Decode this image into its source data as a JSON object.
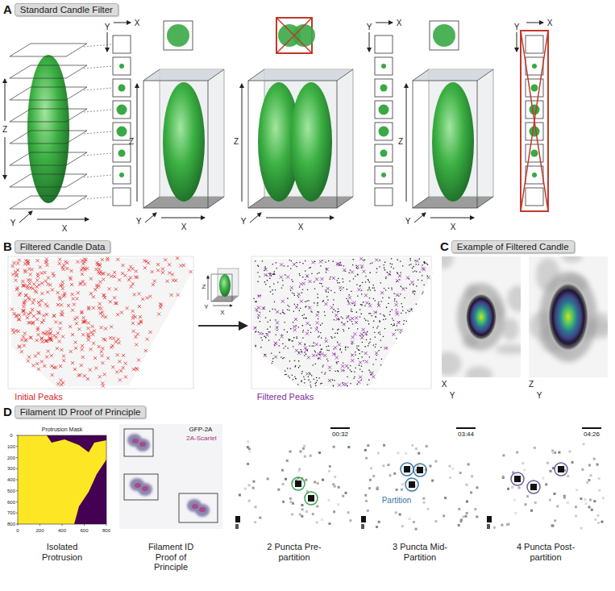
{
  "diagram": {
    "nodes": [
      {
        "text": [
          "A",
          "Standard Candle Filter"
        ]
      },
      {
        "text": [
          "B",
          "Filtered Candle Data"
        ]
      },
      {
        "text": [
          "C",
          "Example of Filtered Candle"
        ]
      },
      {
        "text": [
          "D",
          "Filament ID Proof of Principle"
        ]
      }
    ],
    "labels": [
      "Z",
      "Y",
      "X",
      "X",
      "Y",
      "Z",
      "Y",
      "X",
      "Z",
      "Y",
      "X",
      "X",
      "Y",
      "Z",
      "Y",
      "X",
      "X",
      "Y",
      "Initial Peaks",
      "Z",
      "Y",
      "X",
      "Filtered Peaks",
      "X",
      "Y",
      "Z",
      "Y",
      "Protrusion Mask",
      "0",
      "100",
      "200",
      "300",
      "400",
      "500",
      "600",
      "700",
      "800",
      "0",
      "200",
      "400",
      "600",
      "800",
      "GFP-2A",
      "2A-Scarlet",
      "00:32",
      "03:44",
      "04:26",
      "Partition",
      "Isolated Protrusion",
      "Filament ID Proof of Principle",
      "2 Puncta Pre-partition",
      "3 Puncta Mid-Partition",
      "4 Puncta Post-partition"
    ]
  }
}
